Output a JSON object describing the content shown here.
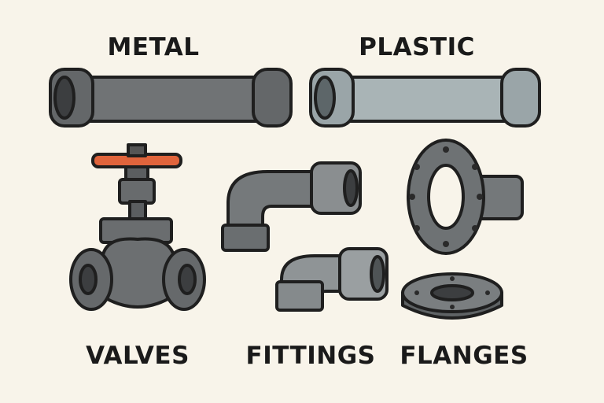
{
  "labels": {
    "metal": "METAL",
    "plastic": "PLASTIC",
    "valves": "VALVES",
    "fittings": "FITTINGS",
    "flanges": "FLANGES"
  },
  "colors": {
    "background": "#f8f4ea",
    "metal": "#6e7173",
    "plastic": "#a9b4b6",
    "valve_handle": "#e0643c",
    "outline": "#1f1f1f"
  }
}
